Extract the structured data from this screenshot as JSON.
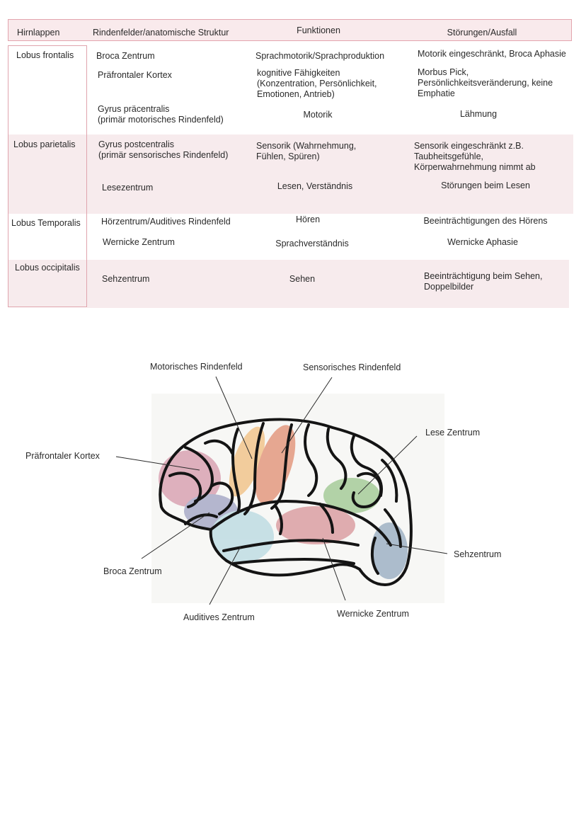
{
  "table": {
    "headers": [
      "Hirnlappen",
      "Rindenfelder/anatomische Struktur",
      "Funktionen",
      "Störungen/Ausfall"
    ],
    "lobes": [
      "Lobus frontalis",
      "Lobus parietalis",
      "Lobus Temporalis",
      "Lobus occipitalis"
    ],
    "rows": [
      {
        "structure": "Broca Zentrum",
        "function": "Sprachmotorik/Sprachproduktion",
        "disorder": "Motorik eingeschränkt, Broca Aphasie"
      },
      {
        "structure": "Präfrontaler Kortex",
        "function": [
          "kognitive Fähigkeiten",
          "(Konzentration, Persönlichkeit,",
          "Emotionen, Antrieb)"
        ],
        "disorder": [
          "Morbus Pick,",
          "Persönlichkeitsveränderung, keine",
          "Emphatie"
        ]
      },
      {
        "structure": [
          "Gyrus präcentralis",
          "(primär motorisches Rindenfeld)"
        ],
        "function": "Motorik",
        "disorder": "Lähmung"
      },
      {
        "structure": [
          "Gyrus postcentralis",
          "(primär sensorisches Rindenfeld)"
        ],
        "function": [
          "Sensorik (Wahrnehmung,",
          "Fühlen, Spüren)"
        ],
        "disorder": [
          "Sensorik eingeschränkt z.B.",
          "Taubheitsgefühle,",
          "Körperwahrnehmung nimmt ab"
        ]
      },
      {
        "structure": "Lesezentrum",
        "function": "Lesen, Verständnis",
        "disorder": "Störungen beim Lesen"
      },
      {
        "structure": "Hörzentrum/Auditives Rindenfeld",
        "function": "Hören",
        "disorder": "Beeinträchtigungen des Hörens"
      },
      {
        "structure": "Wernicke Zentrum",
        "function": "Sprachverständnis",
        "disorder": "Wernicke Aphasie"
      },
      {
        "structure": "Sehzentrum",
        "function": "Sehen",
        "disorder": [
          "Beeinträchtigung beim Sehen,",
          "Doppelbilder"
        ]
      }
    ]
  },
  "diagram": {
    "labels": {
      "motor": "Motorisches Rindenfeld",
      "sensory": "Sensorisches Rindenfeld",
      "reading": "Lese Zentrum",
      "prefrontal": "Präfrontaler Kortex",
      "visual": "Sehzentrum",
      "broca": "Broca Zentrum",
      "wernicke": "Wernicke Zentrum",
      "auditory": "Auditives Zentrum"
    },
    "region_colors": {
      "prefrontal": "#d9a3b3",
      "motor": "#f2c58d",
      "sensory": "#e49a80",
      "reading": "#a6cc9a",
      "broca": "#a9abc8",
      "auditory": "#bfdde3",
      "wernicke": "#dba0a3",
      "visual": "#9fb2c4"
    }
  }
}
